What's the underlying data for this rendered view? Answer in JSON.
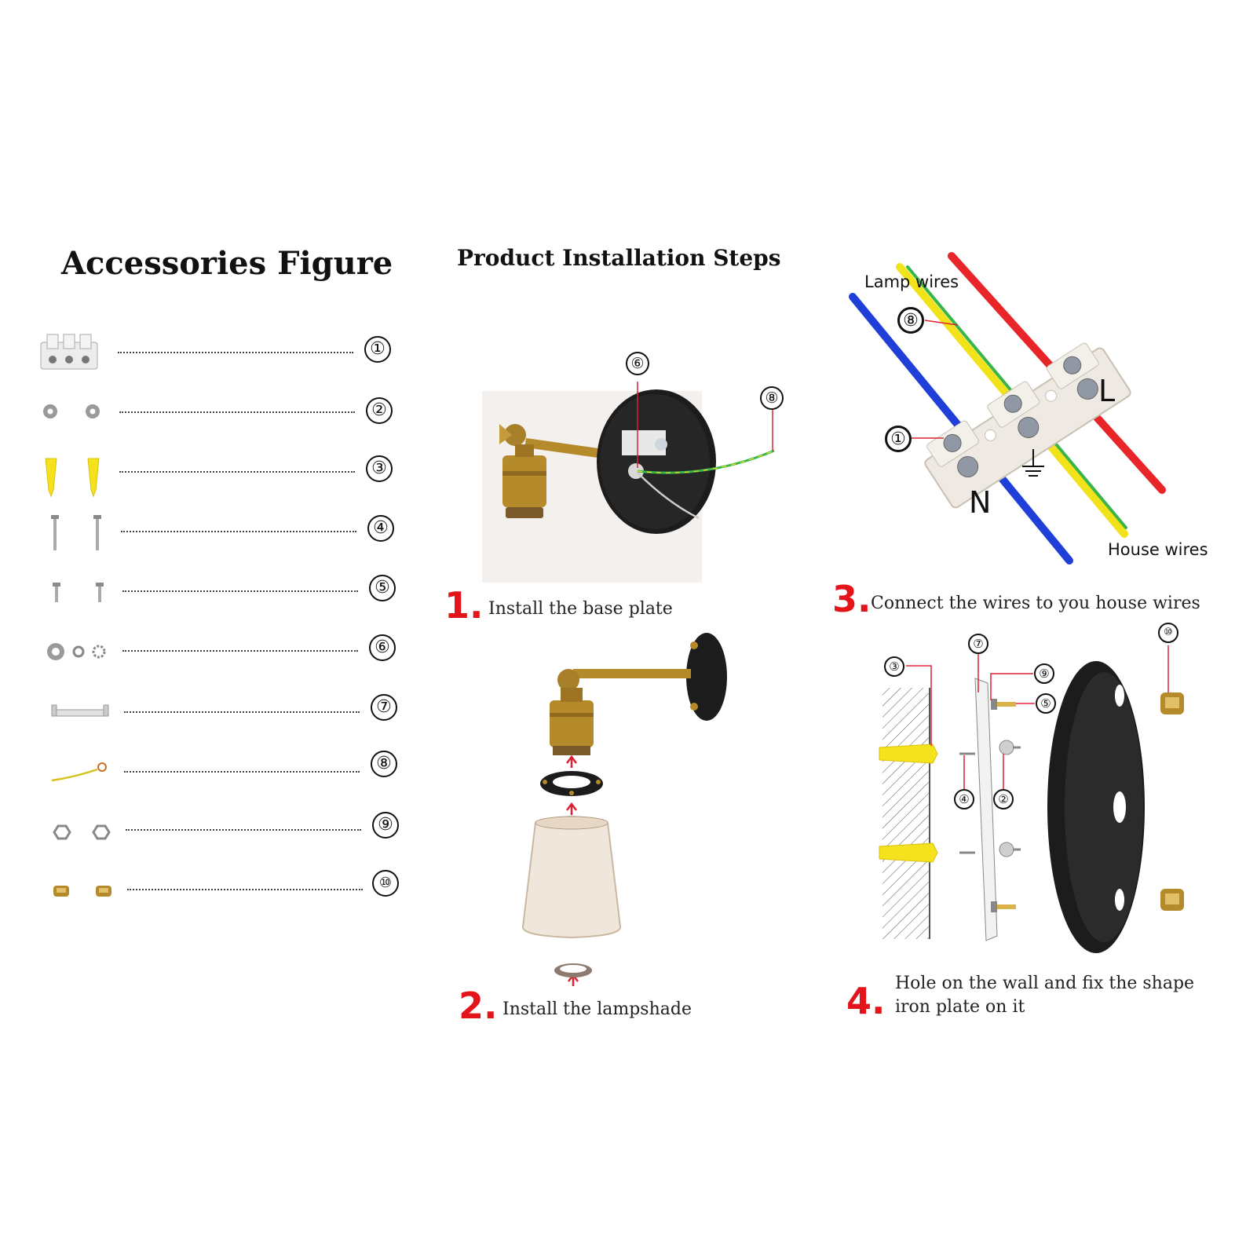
{
  "headings": {
    "accessories": "Accessories Figure",
    "installation": "Product Installation Steps"
  },
  "accessories": [
    {
      "number": "①",
      "icon": "terminal-block-icon"
    },
    {
      "number": "②",
      "icon": "washer-icon"
    },
    {
      "number": "③",
      "icon": "wall-anchor-icon"
    },
    {
      "number": "④",
      "icon": "long-screw-icon"
    },
    {
      "number": "⑤",
      "icon": "short-screw-icon"
    },
    {
      "number": "⑥",
      "icon": "washer-set-icon"
    },
    {
      "number": "⑦",
      "icon": "mounting-bracket-icon"
    },
    {
      "number": "⑧",
      "icon": "ground-wire-icon"
    },
    {
      "number": "⑨",
      "icon": "hex-nut-icon"
    },
    {
      "number": "⑩",
      "icon": "brass-cap-nut-icon"
    }
  ],
  "steps": [
    {
      "number": "1.",
      "text": "Install the base plate"
    },
    {
      "number": "2.",
      "text": "Install the lampshade"
    },
    {
      "number": "3.",
      "text": "Connect the wires to you house wires"
    },
    {
      "number": "4.",
      "text_line1": "Hole on the wall and fix the shape",
      "text_line2": "iron plate on it"
    }
  ],
  "step1_callouts": {
    "plate": "⑥",
    "wire": "⑧"
  },
  "step3_labels": {
    "lamp_wires": "Lamp wires",
    "house_wires": "House wires",
    "neutral": "N",
    "live": "L",
    "callout_wire": "⑧",
    "callout_block": "①"
  },
  "step4_callouts": {
    "anchor": "③",
    "bracket": "⑦",
    "nut": "⑨",
    "screw_short": "⑤",
    "screw_long": "④",
    "washer": "②",
    "cap_nut": "⑩"
  },
  "colors": {
    "step_number": "#e4141b",
    "wire_blue": "#1f3fd8",
    "wire_red": "#e8262a",
    "wire_yellow": "#f2e21a",
    "wire_green": "#39b54a",
    "brass": "#b58a2a",
    "plate_black": "#1c1c1c",
    "anchor_yellow": "#f5e11c"
  }
}
